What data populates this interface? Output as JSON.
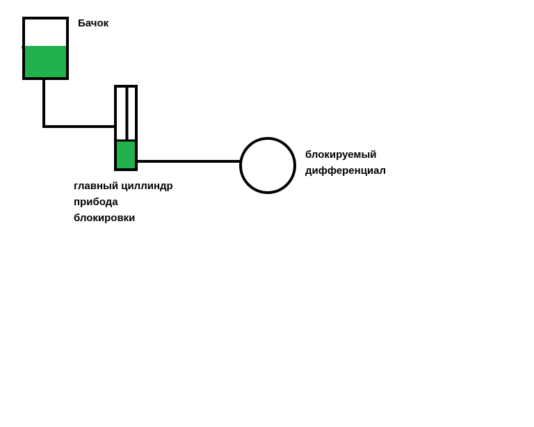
{
  "colors": {
    "fluid": "#22b14c",
    "stroke": "#000000"
  },
  "labels": {
    "tank": "Бачок",
    "master_cylinder": [
      "главный циллиндр",
      "прибода",
      "блокировки"
    ],
    "differential": [
      "блокируемый",
      "дифференциал"
    ]
  }
}
